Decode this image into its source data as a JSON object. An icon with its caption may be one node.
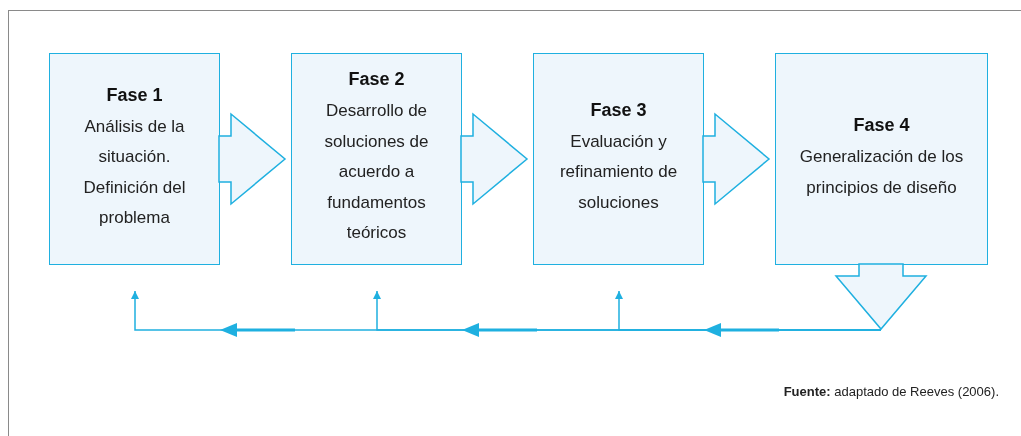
{
  "diagram": {
    "nodes": [
      {
        "text": [
          "Fase 1",
          "Análisis de la situación. Definición del problema"
        ]
      },
      {
        "text": [
          "Fase 2",
          "Desarrollo de soluciones de acuerdo a fundamentos teóricos"
        ]
      },
      {
        "text": [
          "Fase 3",
          "Evaluación y refinamiento de soluciones"
        ]
      },
      {
        "text": [
          "Fase 4",
          "Generalización de los principios de diseño"
        ]
      }
    ],
    "edges": [
      {
        "from": 0,
        "to": 1,
        "arrow": "to",
        "style": "thick"
      },
      {
        "from": 1,
        "to": 2,
        "arrow": "to",
        "style": "thick"
      },
      {
        "from": 2,
        "to": 3,
        "arrow": "to",
        "style": "thick"
      },
      {
        "from": 3,
        "to": 2,
        "arrow": "to"
      },
      {
        "from": 3,
        "to": 1,
        "arrow": "to"
      },
      {
        "from": 3,
        "to": 0,
        "arrow": "to"
      }
    ],
    "labels": [
      "**Fuente:** adaptado de Reeves (2006)."
    ]
  }
}
